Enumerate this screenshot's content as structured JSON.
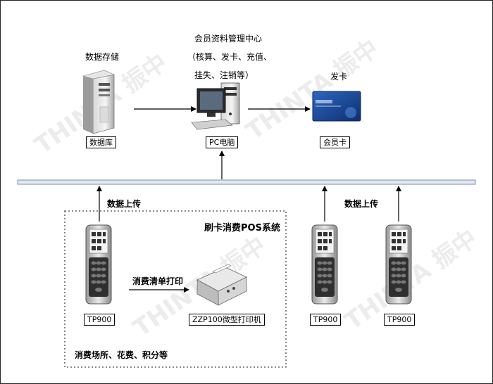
{
  "labels": {
    "data_storage": "数据存储",
    "database": "数据库",
    "center_line1": "会员资料管理中心",
    "center_line2": "（核算、发卡、充值、",
    "center_line3": "挂失、注销等）",
    "pc": "PC电脑",
    "issue_card": "发卡",
    "member_card": "会员卡",
    "upload_left": "数据上传",
    "upload_right": "数据上传",
    "pos_system": "刷卡消费POS系统",
    "print_receipt": "消费清单打印",
    "printer": "ZZP100微型打印机",
    "tp900_1": "TP900",
    "tp900_2": "TP900",
    "tp900_3": "TP900",
    "venues": "消费场所、花费、积分等"
  },
  "watermark": "THINTA 振中",
  "colors": {
    "bus": "#dfe9f4",
    "card_blue": "#1d4f9e",
    "watermark": "#eeeeee"
  }
}
